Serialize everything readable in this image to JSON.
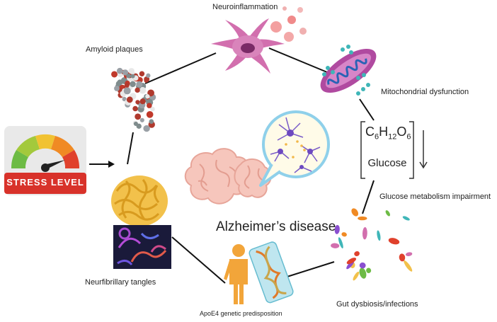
{
  "title": "Alzheimer’s disease",
  "nodes": {
    "neuroinflammation": "Neuroinflammation",
    "amyloid": "Amyloid plaques",
    "mitochondrial": "Mitochondrial dysfunction",
    "glucose": "Glucose metabolism impairment",
    "gut": "Gut dysbiosis/infections",
    "apoe4": "ApoE4 genetic predisposition",
    "tangles": "Neurfibrillary tangles"
  },
  "glucose_formula": {
    "c": "C",
    "c_sub": "6",
    "h": "H",
    "h_sub": "12",
    "o": "O",
    "o_sub": "6",
    "name": "Glucose"
  },
  "stress_gauge": {
    "label": "STRESS LEVEL"
  },
  "colors": {
    "gauge_green": "#6dbb45",
    "gauge_yellow": "#f1c232",
    "gauge_orange": "#f08a24",
    "gauge_red": "#e0412c",
    "gauge_banner": "#d8322a",
    "neuron": "#d26fae",
    "mito": "#b04aa0",
    "tangle_gold": "#f2c14b",
    "person": "#f2a53a"
  },
  "icons": [
    "stress-gauge-icon",
    "amyloid-plaque-icon",
    "neuron-icon",
    "mitochondria-icon",
    "glucose-formula-icon",
    "bacteria-icon",
    "person-dna-icon",
    "tangles-icon",
    "brain-icon",
    "neuron-bubble-icon"
  ]
}
